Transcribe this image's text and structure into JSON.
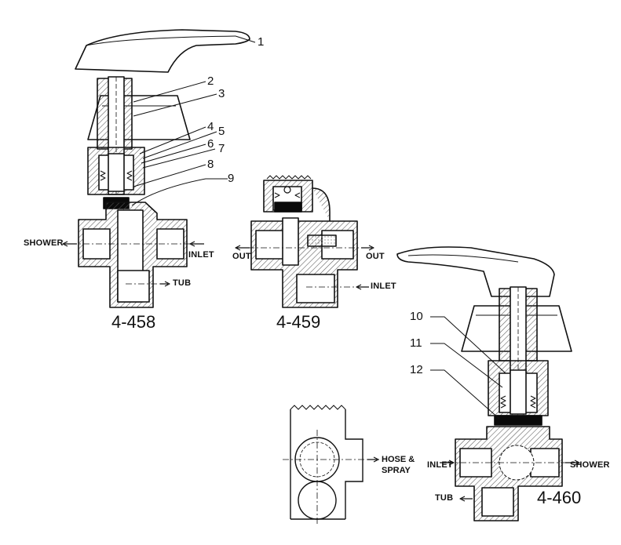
{
  "part_numbers": [
    "1",
    "2",
    "3",
    "4",
    "5",
    "6",
    "7",
    "8",
    "9",
    "10",
    "11",
    "12"
  ],
  "figure_ids": [
    "4-458",
    "4-459",
    "4-460"
  ],
  "flow_labels": {
    "v458_shower": "SHOWER",
    "v458_inlet": "INLET",
    "v458_tub": "TUB",
    "v459_out_left": "OUT",
    "v459_out_right": "OUT",
    "v459_inlet": "INLET",
    "hose_spray_line1": "HOSE &",
    "hose_spray_line2": "SPRAY",
    "v460_inlet": "INLET",
    "v460_shower": "SHOWER",
    "v460_tub": "TUB"
  },
  "colors": {
    "ink": "#111111",
    "hatch": "#555555",
    "seal": "#0a0a0a",
    "background": "#ffffff"
  }
}
